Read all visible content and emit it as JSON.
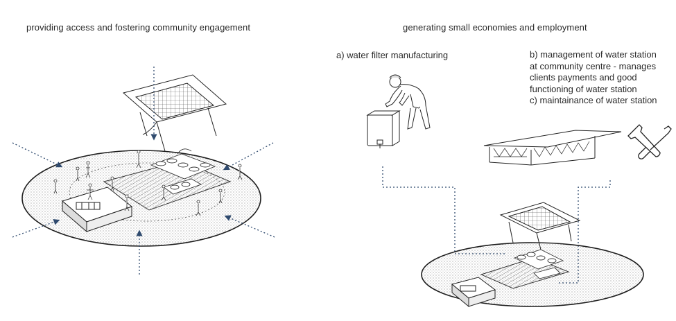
{
  "left_panel": {
    "heading": "providing access and fostering community engagement"
  },
  "right_panel": {
    "heading": "generating small economies and employment",
    "item_a": "a)  water filter manufacturing",
    "item_b_lines": [
      "b) management of water station",
      "at community centre - manages",
      "clients payments and good",
      "functioning of water station",
      "c) maintainance of water station"
    ]
  },
  "colors": {
    "ink": "#2a2a2a",
    "arrow": "#2f4a6e",
    "stipple": "#9a9a9a"
  }
}
